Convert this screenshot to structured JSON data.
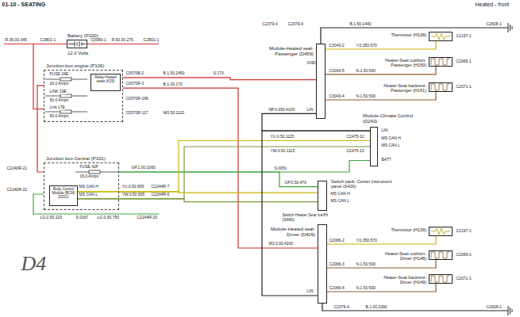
{
  "diagram": {
    "title": "01-10 - SEATING",
    "nodes": [
      {
        "text": [
          "Battery (P100)",
          "12.0 Volts"
        ]
      },
      {
        "text": [
          "Junction-box engine (P106)"
        ]
      },
      {
        "text": [
          "Relay-Heated seats (K25)"
        ],
        "in": 1
      },
      {
        "text": [
          "Module-Heated seat- Passenger (D459)"
        ]
      },
      {
        "text": [
          "Thermistor (H139)"
        ]
      },
      {
        "text": [
          "Heater-Seat cushion- Passenger (H150)"
        ]
      },
      {
        "text": [
          "Heater-Seat backrest- Passenger (H151)"
        ]
      },
      {
        "text": [
          "Module-Climate Control (D243)"
        ]
      },
      {
        "text": [
          "Junction box-Central (P101)"
        ]
      },
      {
        "text": [
          "Body Control Module (BCM) (D201)"
        ],
        "in": 8
      },
      {
        "text": [
          "Switch pack- Center instrument panel (S426)"
        ]
      },
      {
        "text": [
          "Module-Heated seat- Driver (D409)"
        ]
      },
      {
        "text": [
          "Thermistor (H139)"
        ]
      },
      {
        "text": [
          "Heater-Seat cushion- Driver (H148)"
        ]
      },
      {
        "text": [
          "Heater-Seat backrest- Driver (H149)"
        ]
      }
    ],
    "edges": [
      {
        "from": 0,
        "to": 1,
        "arrow": "none"
      },
      {
        "from": 1,
        "to": 3,
        "arrow": "none"
      },
      {
        "from": 1,
        "to": 11,
        "arrow": "none"
      },
      {
        "from": 1,
        "to": 8,
        "arrow": "none"
      },
      {
        "from": 8,
        "to": 7,
        "arrow": "none"
      },
      {
        "from": 8,
        "to": 10,
        "arrow": "none"
      },
      {
        "from": 9,
        "to": 7,
        "arrow": "none"
      },
      {
        "from": 9,
        "to": 7,
        "arrow": "none"
      },
      {
        "from": 9,
        "to": 10,
        "arrow": "none"
      },
      {
        "from": 9,
        "to": 10,
        "arrow": "none"
      },
      {
        "from": 7,
        "to": 3,
        "arrow": "none"
      },
      {
        "from": 7,
        "to": 11,
        "arrow": "none"
      },
      {
        "from": 3,
        "to": 4,
        "arrow": "none"
      },
      {
        "from": 3,
        "to": 5,
        "arrow": "none"
      },
      {
        "from": 3,
        "to": 6,
        "arrow": "none"
      },
      {
        "from": 11,
        "to": 12,
        "arrow": "none"
      },
      {
        "from": 11,
        "to": 13,
        "arrow": "none"
      },
      {
        "from": 11,
        "to": 14,
        "arrow": "none"
      }
    ],
    "labels": [
      "Heated - front",
      "R.35.00.345",
      "C1B01-1",
      "C0080-1",
      "R.50.00.275",
      "C1B01-1",
      "FUSE 24E",
      "20.0 Amps",
      "LINK 19E",
      "50.0 Amps",
      "Link 17E",
      "50.0 Amps",
      "C0570B-2",
      "C0570R-3",
      "C0570R-196",
      "C0570R-117",
      "W0.50.1120",
      "B.1.50.2450",
      "S.173",
      "B.1.00.170",
      "C2379-4",
      "C2379-4",
      "B.1.50.1440",
      "C2828-1",
      "GND",
      "LIN",
      "NP.0.350.4100",
      "C3043-2",
      "Y.0.350.570",
      "C3043-5",
      "N.1.50.590",
      "C3043-4",
      "N.1.50.590",
      "C2197-1",
      "C2065-1",
      "C2071-1",
      "LIN",
      "MS CAN H",
      "MS CAN L",
      "BATT",
      "C2475-12",
      "C2475-13",
      "YU.0.50.1115",
      "YW.0.50.1115",
      "FUSE 42F",
      "15.0 Amps",
      "MS CAN H",
      "MS CAN L",
      "YU.0.50.905",
      "YW.0.50.905",
      "C2244R-7",
      "C2244R-6",
      "GP.1.00.1060",
      "S.0051",
      "GP.0.50.470",
      "C2240R-21",
      "C2240R-22",
      "LG.0.50.120",
      "S.0167",
      "LG.0.50.750",
      "C2244R-20",
      "MS CAN H",
      "MS CAN L",
      "Switch-Heater Seat Ice/Ht (S440)",
      "M3.3.00.4100",
      "LIN",
      "C2066-2",
      "Y.0.350.570",
      "C2066-3",
      "N.1.50.590",
      "C2066-4",
      "N.1.50.590",
      "C2197-1",
      "C2069-1",
      "C2071-1",
      "C2379-4",
      "B.1.00.3390",
      "C2828-1",
      "D4"
    ]
  }
}
